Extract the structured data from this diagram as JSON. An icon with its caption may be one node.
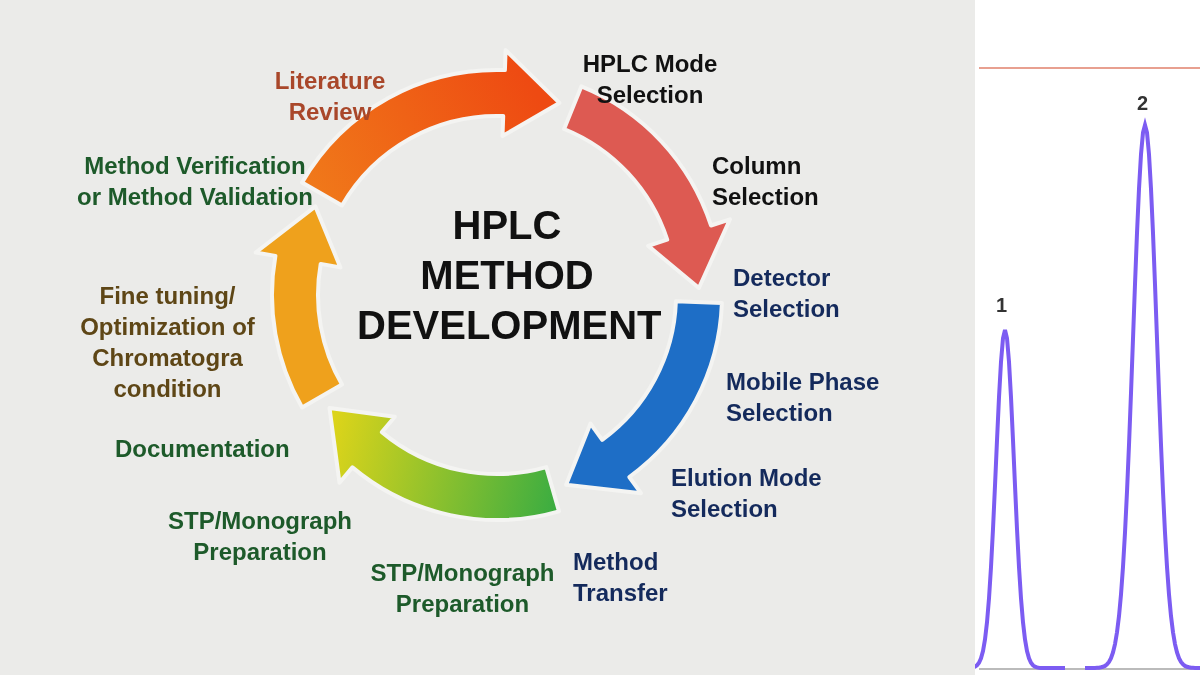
{
  "diagram": {
    "title": "HPLC METHOD DEVELOPMENT",
    "labels": [
      "Literature Review",
      "HPLC Mode Selection",
      "Column Selection",
      "Detector Selection",
      "Mobile Phase Selection",
      "Elution Mode Selection",
      "Method Transfer",
      "STP/Monograph Preparation",
      "STP/Monograph Preparation",
      "Documentation",
      "Fine tuning/ Optimization of Chromatogra condition",
      "Method Verification or Method Validation",
      "1",
      "2"
    ]
  }
}
